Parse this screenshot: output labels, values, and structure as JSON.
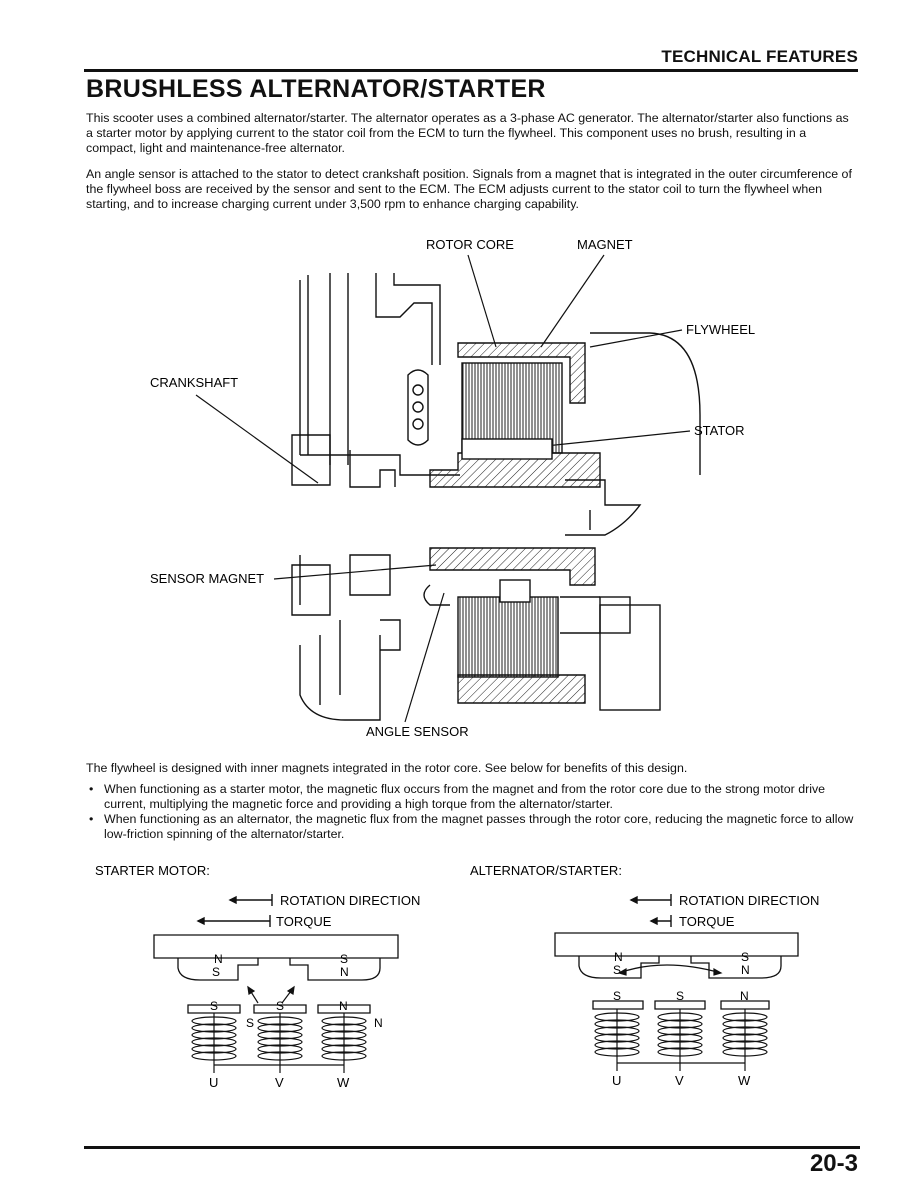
{
  "header": {
    "section": "TECHNICAL FEATURES"
  },
  "title": "BRUSHLESS ALTERNATOR/STARTER",
  "paragraphs": {
    "p1": "This scooter uses a combined alternator/starter. The alternator operates as a 3-phase AC generator. The alternator/starter also functions as a starter motor by applying current to the stator coil from the ECM to turn the flywheel. This component uses no brush, resulting in a compact, light and maintenance-free alternator.",
    "p2": "An angle sensor is attached to the stator to detect crankshaft position. Signals from a magnet that is integrated in the outer circumference of the flywheel boss are received by the sensor and sent to the ECM. The ECM adjusts current to the stator coil to turn the flywheel when starting, and to increase charging current under 3,500 rpm to enhance charging capability.",
    "p3": "The flywheel is designed with inner magnets integrated in the rotor core. See below for benefits of this design."
  },
  "diagram_labels": {
    "rotor_core": "ROTOR CORE",
    "magnet": "MAGNET",
    "flywheel": "FLYWHEEL",
    "crankshaft": "CRANKSHAFT",
    "stator": "STATOR",
    "sensor_magnet": "SENSOR MAGNET",
    "angle_sensor": "ANGLE SENSOR"
  },
  "bullets": [
    "When functioning as a starter motor, the magnetic flux occurs from the magnet and from the rotor core due to the strong motor drive current, multiplying the magnetic force and providing a high torque from the alternator/starter.",
    "When functioning as an alternator, the magnetic flux from the magnet passes through the rotor core, reducing the magnetic force to allow low-friction spinning of the alternator/starter."
  ],
  "starter_motor": {
    "heading": "STARTER MOTOR:",
    "rotation": "ROTATION DIRECTION",
    "torque": "TORQUE",
    "rotor_n": "N",
    "rotor_s_top": "S",
    "rotor_s": "S",
    "rotor_n_bottom": "N",
    "pole1": "S",
    "pole2": "S",
    "pole3": "N",
    "coil_s": "S",
    "coil_n": "N",
    "u": "U",
    "v": "V",
    "w": "W"
  },
  "alternator_starter": {
    "heading": "ALTERNATOR/STARTER:",
    "rotation": "ROTATION DIRECTION",
    "torque": "TORQUE",
    "rotor_n": "N",
    "rotor_s_top": "S",
    "rotor_s": "S",
    "rotor_n_bottom": "N",
    "pole1": "S",
    "pole2": "S",
    "pole3": "N",
    "u": "U",
    "v": "V",
    "w": "W"
  },
  "footer": {
    "page_number": "20-3"
  }
}
